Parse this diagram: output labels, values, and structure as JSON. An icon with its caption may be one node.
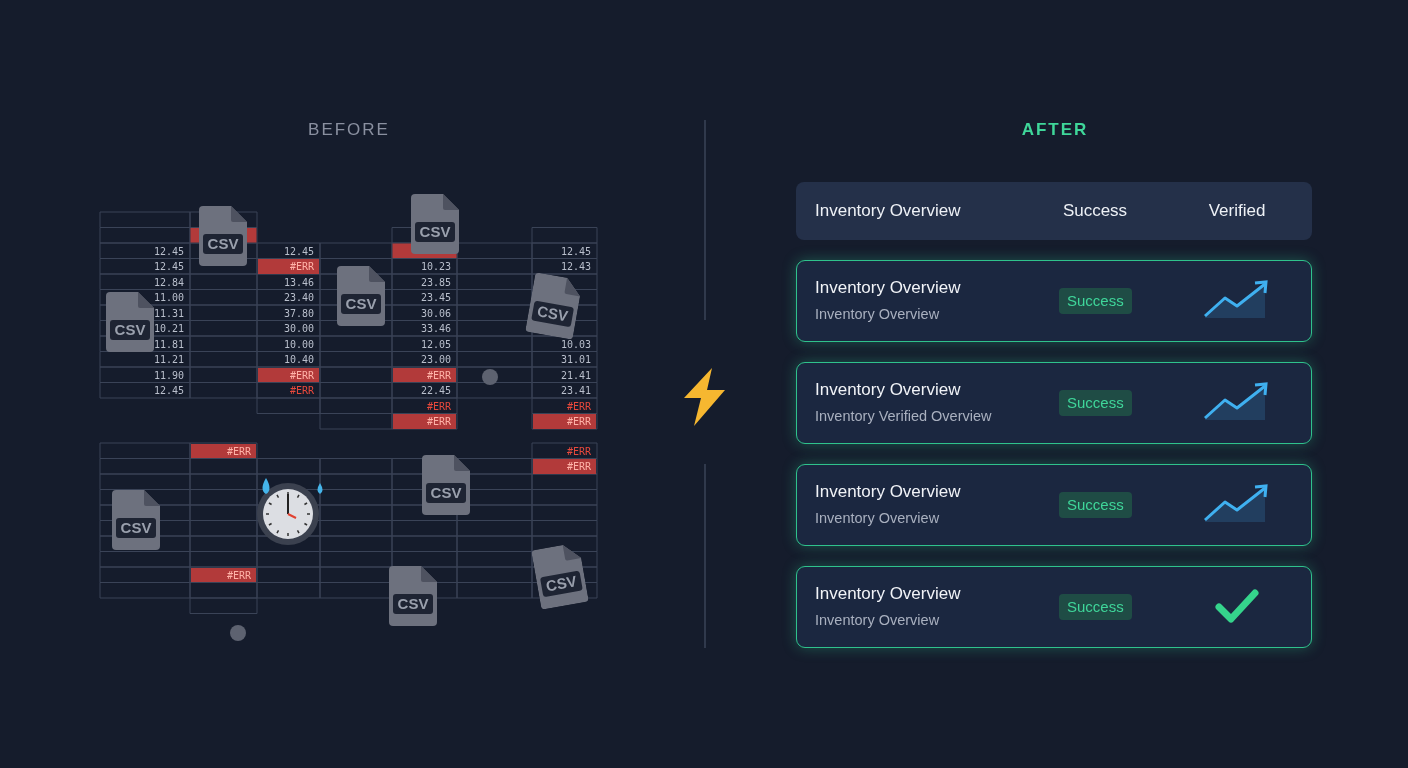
{
  "diagram": {
    "nodes": [
      {
        "text": [
          "CSV"
        ]
      },
      {
        "text": [
          "CSV"
        ]
      },
      {
        "text": [
          "CSV"
        ]
      },
      {
        "text": [
          "CSV"
        ]
      },
      {
        "text": [
          "CSV"
        ]
      },
      {
        "text": [
          "CSV"
        ]
      },
      {
        "text": [
          "CSV"
        ]
      },
      {
        "text": [
          "CSV"
        ]
      },
      {
        "text": [
          "CSV"
        ]
      },
      {
        "text": [
          "Inventory Overview",
          "Success",
          "Verified"
        ]
      },
      {
        "text": [
          "Inventory Overview",
          "Inventory Overview"
        ]
      },
      {
        "text": [
          "Success"
        ],
        "in": 10
      },
      {
        "text": [
          "Inventory Overview",
          "Inventory Verified Overview"
        ]
      },
      {
        "text": [
          "Success"
        ],
        "in": 12
      },
      {
        "text": [
          "Inventory Overview",
          "Inventory Overview"
        ]
      },
      {
        "text": [
          "Success"
        ],
        "in": 14
      },
      {
        "text": [
          "Inventory Overview",
          "Inventory Overview"
        ]
      },
      {
        "text": [
          "Success"
        ],
        "in": 16
      }
    ],
    "edges": [],
    "labels": [
      "BEFORE",
      "AFTER",
      "12.45",
      "12.45",
      "12.45",
      "12.45",
      "#ERR",
      "10.23",
      "12.43",
      "12.84",
      "13.46",
      "23.85",
      "11.00",
      "23.40",
      "23.45",
      "11.31",
      "37.80",
      "30.06",
      "10.21",
      "30.00",
      "33.46",
      "11.81",
      "10.00",
      "12.05",
      "10.03",
      "11.21",
      "10.40",
      "23.00",
      "31.01",
      "11.90",
      "#ERR",
      "#ERR",
      "21.41",
      "12.45",
      "#ERR",
      "22.45",
      "23.41",
      "#ERR",
      "#ERR",
      "#ERR",
      "#ERR",
      "#ERR",
      "#ERR",
      "#ERR",
      "#ERR"
    ]
  }
}
